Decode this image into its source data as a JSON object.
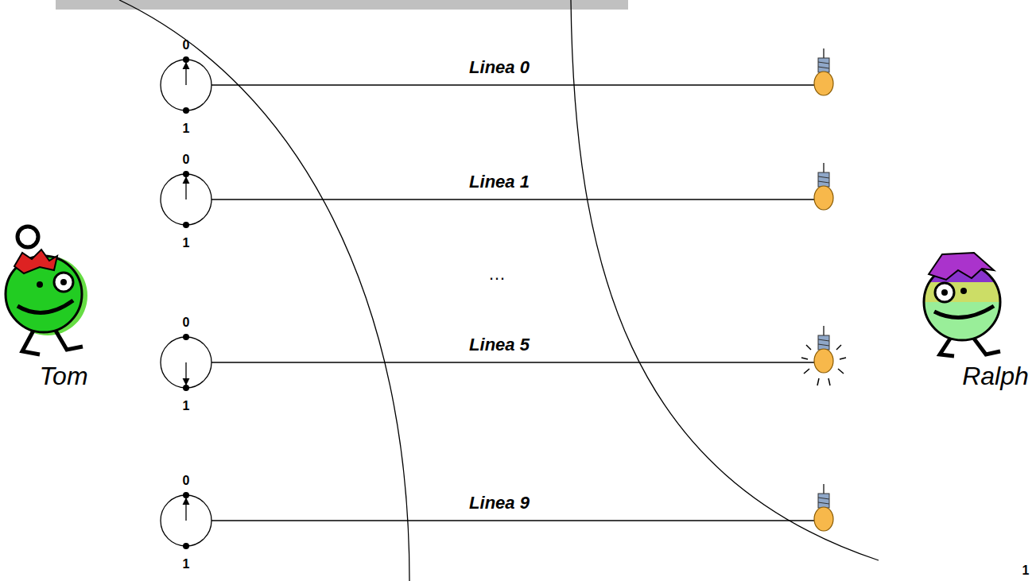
{
  "diagram": {
    "labels": [
      "0",
      "Linea 0",
      "1",
      "0",
      "Linea 1",
      "1",
      "…",
      "0",
      "Linea 5",
      "Tom",
      "Ralph",
      "1",
      "0",
      "Linea 9",
      "1",
      "1"
    ]
  }
}
